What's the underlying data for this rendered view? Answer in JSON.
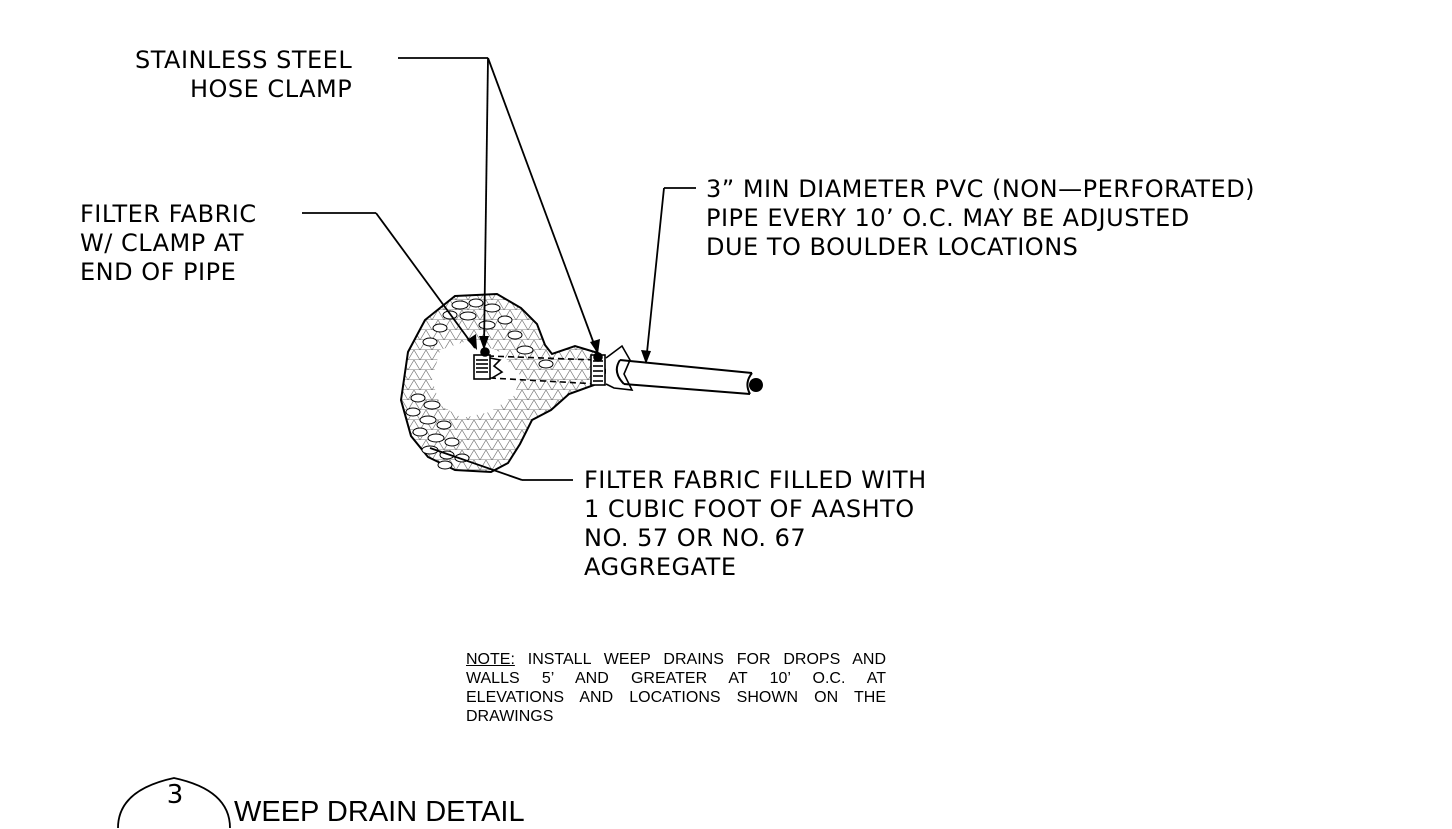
{
  "labels": {
    "hose_clamp": "STAINLESS STEEL\nHOSE CLAMP",
    "filter_fabric_clamp": "FILTER FABRIC\nW/ CLAMP AT\nEND OF PIPE",
    "pvc_pipe": "3” MIN DIAMETER PVC (NON—PERFORATED)\nPIPE EVERY 10’ O.C. MAY BE ADJUSTED\nDUE TO BOULDER LOCATIONS",
    "filter_fabric_filled": "FILTER FABRIC FILLED WITH\n1 CUBIC FOOT OF AASHTO\nNO. 57 OR NO. 67\nAGGREGATE"
  },
  "note": {
    "key": "NOTE:",
    "text": "INSTALL WEEP DRAINS FOR DROPS AND WALLS 5’ AND GREATER AT 10’ O.C. AT ELEVATIONS AND LOCATIONS SHOWN ON THE DRAWINGS"
  },
  "detail": {
    "number": "3",
    "title": "WEEP DRAIN DETAIL"
  }
}
